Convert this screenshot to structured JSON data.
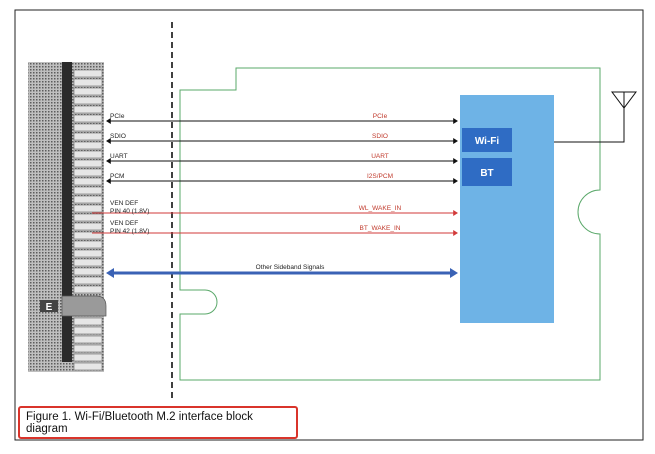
{
  "signals": [
    {
      "left_label": "PCIe",
      "right_label": "PCIe",
      "kind": "bidirectional-black"
    },
    {
      "left_label": "SDIO",
      "right_label": "SDIO",
      "kind": "bidirectional-black"
    },
    {
      "left_label": "UART",
      "right_label": "UART",
      "kind": "bidirectional-black"
    },
    {
      "left_label": "PCM",
      "right_label": "I2S/PCM",
      "kind": "bidirectional-black"
    },
    {
      "left_label": [
        "VEN DEF",
        "PIN 40 (1.8V)"
      ],
      "right_label": "WL_WAKE_IN",
      "kind": "to-module-red"
    },
    {
      "left_label": [
        "VEN DEF",
        "PIN 42 (1.8V)"
      ],
      "right_label": "BT_WAKE_IN",
      "kind": "to-module-red"
    },
    {
      "center_label": "Other Sideband Signals",
      "kind": "bidirectional-blue"
    }
  ],
  "module": {
    "wifi_label": "Wi-Fi",
    "bt_label": "BT"
  },
  "connector": {
    "key_letter": "E"
  },
  "caption": "Figure 1.  Wi-Fi/Bluetooth M.2 interface block diagram",
  "colors": {
    "black_signal": "#111111",
    "red_signal": "#d23a3a",
    "blue_signal": "#3a62b5",
    "module_fill": "#6eb3e6",
    "chip_fill": "#2f6cc4",
    "card_outline": "#5aa86a",
    "caption_border": "#d9342b",
    "label_red": "#c0392b"
  }
}
